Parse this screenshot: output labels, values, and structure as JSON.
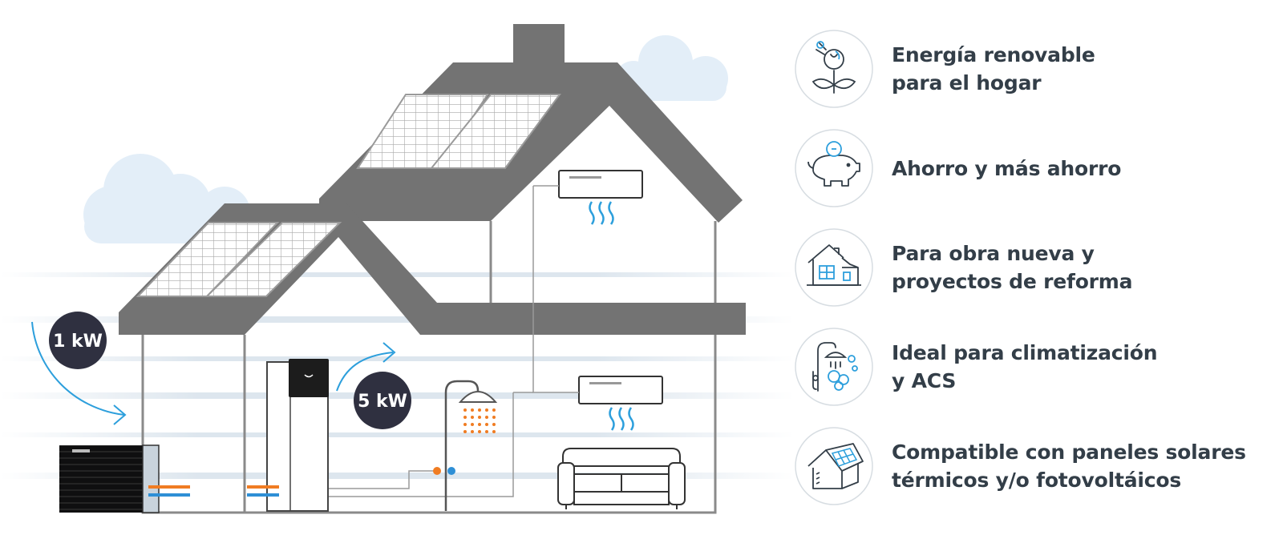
{
  "colors": {
    "roof": "#737373",
    "wall_line": "#8a8a8a",
    "sky_cloud": "#e3eef8",
    "arrow_blue": "#2d9fdc",
    "pipe_orange": "#f07c22",
    "pipe_blue": "#2e8fd6",
    "badge": "#2f3040",
    "text": "#333e48",
    "icon_line": "#333e48",
    "icon_circle": "#d7dde2"
  },
  "badges": {
    "input_power": "1 kW",
    "output_power": "5 kW"
  },
  "features": [
    {
      "icon": "renewable-energy-plant-icon",
      "lines": [
        "Energía renovable",
        "para el hogar"
      ]
    },
    {
      "icon": "piggy-bank-icon",
      "lines": [
        "Ahorro y más ahorro"
      ]
    },
    {
      "icon": "house-renovation-icon",
      "lines": [
        "Para obra nueva y",
        "proyectos de reforma"
      ]
    },
    {
      "icon": "shower-heating-icon",
      "lines": [
        "Ideal para climatización",
        "y ACS"
      ]
    },
    {
      "icon": "solar-panel-roof-icon",
      "lines": [
        "Compatible con paneles solares",
        "térmicos y/o fotovoltáicos"
      ]
    }
  ]
}
